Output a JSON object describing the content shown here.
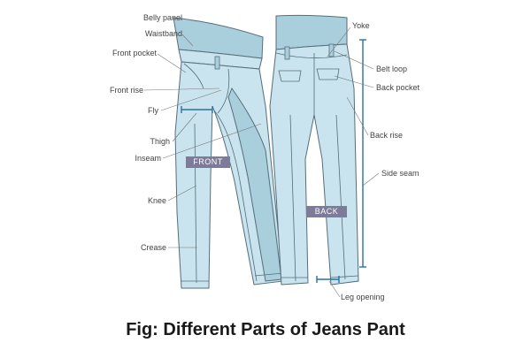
{
  "caption": "Fig: Different Parts of Jeans Pant",
  "colors": {
    "denim": "#c9e4ee",
    "denim_shade": "#a9cfdd",
    "outline": "#556e7a",
    "leader_line": "#777777",
    "measure_line": "#2b6fa6",
    "tag_bg": "#7d7a9a",
    "text": "#444444"
  },
  "tags": {
    "front": "FRONT",
    "back": "BACK"
  },
  "labels": {
    "belly_panel": "Belly panel",
    "waistband": "Waistband",
    "front_pocket": "Front pocket",
    "front_rise": "Front rise",
    "fly": "Fly",
    "thigh": "Thigh",
    "inseam": "Inseam",
    "knee": "Knee",
    "crease": "Crease",
    "yoke": "Yoke",
    "belt_loop": "Belt loop",
    "back_pocket": "Back pocket",
    "back_rise": "Back rise",
    "side_seam": "Side seam",
    "leg_opening": "Leg opening"
  }
}
